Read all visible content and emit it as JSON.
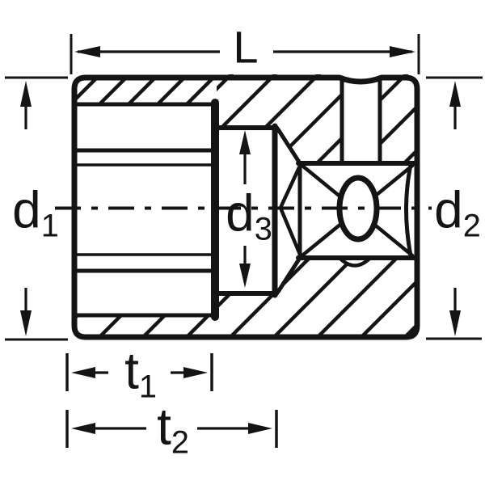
{
  "labels": {
    "length": {
      "base": "L",
      "sub": ""
    },
    "d1": {
      "base": "d",
      "sub": "1"
    },
    "d2": {
      "base": "d",
      "sub": "2"
    },
    "d3": {
      "base": "d",
      "sub": "3"
    },
    "t1": {
      "base": "t",
      "sub": "1"
    },
    "t2": {
      "base": "t",
      "sub": "2"
    }
  },
  "colors": {
    "line": "#141414",
    "background": "#ffffff"
  }
}
